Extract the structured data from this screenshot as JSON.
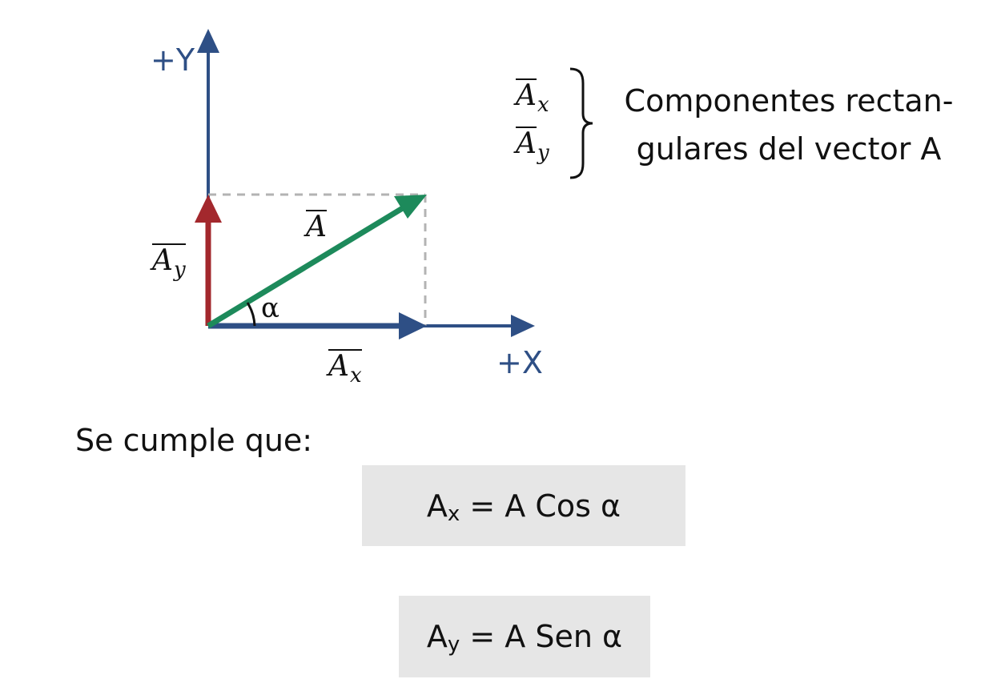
{
  "axes": {
    "y_label": "+Y",
    "x_label": "+X",
    "color": "#2e4f85"
  },
  "vectors": {
    "A": {
      "symbol": "A",
      "color": "#1d8a5b"
    },
    "Ax": {
      "symbol": "A",
      "subscript": "x",
      "color": "#2e4f85"
    },
    "Ay": {
      "symbol": "A",
      "subscript": "y",
      "color": "#a3282d"
    }
  },
  "angle": {
    "symbol": "α"
  },
  "guide_color": "#b3b3b3",
  "legend": {
    "items": [
      {
        "symbol": "A",
        "subscript": "x"
      },
      {
        "symbol": "A",
        "subscript": "y"
      }
    ],
    "text_line1": "Componentes rectan-",
    "text_line2": "gulares del vector A"
  },
  "intro": "Se cumple que:",
  "formulas": [
    {
      "lhs": "A",
      "sub": "x",
      "rhs": " = A Cos α"
    },
    {
      "lhs": "A",
      "sub": "y",
      "rhs": " = A Sen α"
    }
  ],
  "box_color": "#e6e6e6"
}
